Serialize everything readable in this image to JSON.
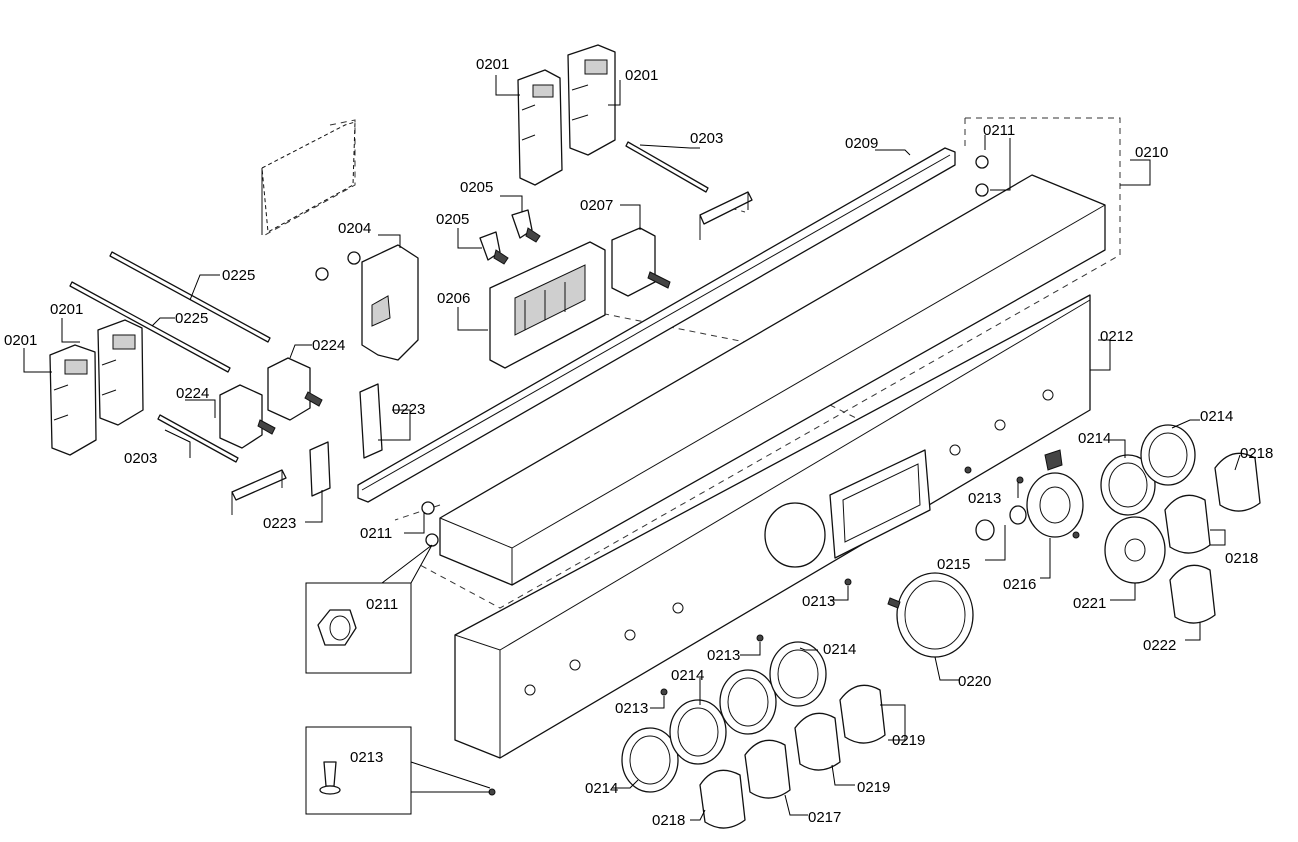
{
  "diagram": {
    "callouts": [
      "0201",
      "0201",
      "0201",
      "0201",
      "0203",
      "0203",
      "0204",
      "0205",
      "0205",
      "0206",
      "0207",
      "0209",
      "0210",
      "0211",
      "0211",
      "0211",
      "0212",
      "0213",
      "0213",
      "0213",
      "0213",
      "0213",
      "0214",
      "0214",
      "0214",
      "0214",
      "0214",
      "0214",
      "0215",
      "0216",
      "0217",
      "0218",
      "0218",
      "0218",
      "0219",
      "0219",
      "0220",
      "0221",
      "0222",
      "0223",
      "0223",
      "0224",
      "0224",
      "0225",
      "0225"
    ],
    "detail_insets": [
      "0211",
      "0213"
    ]
  }
}
